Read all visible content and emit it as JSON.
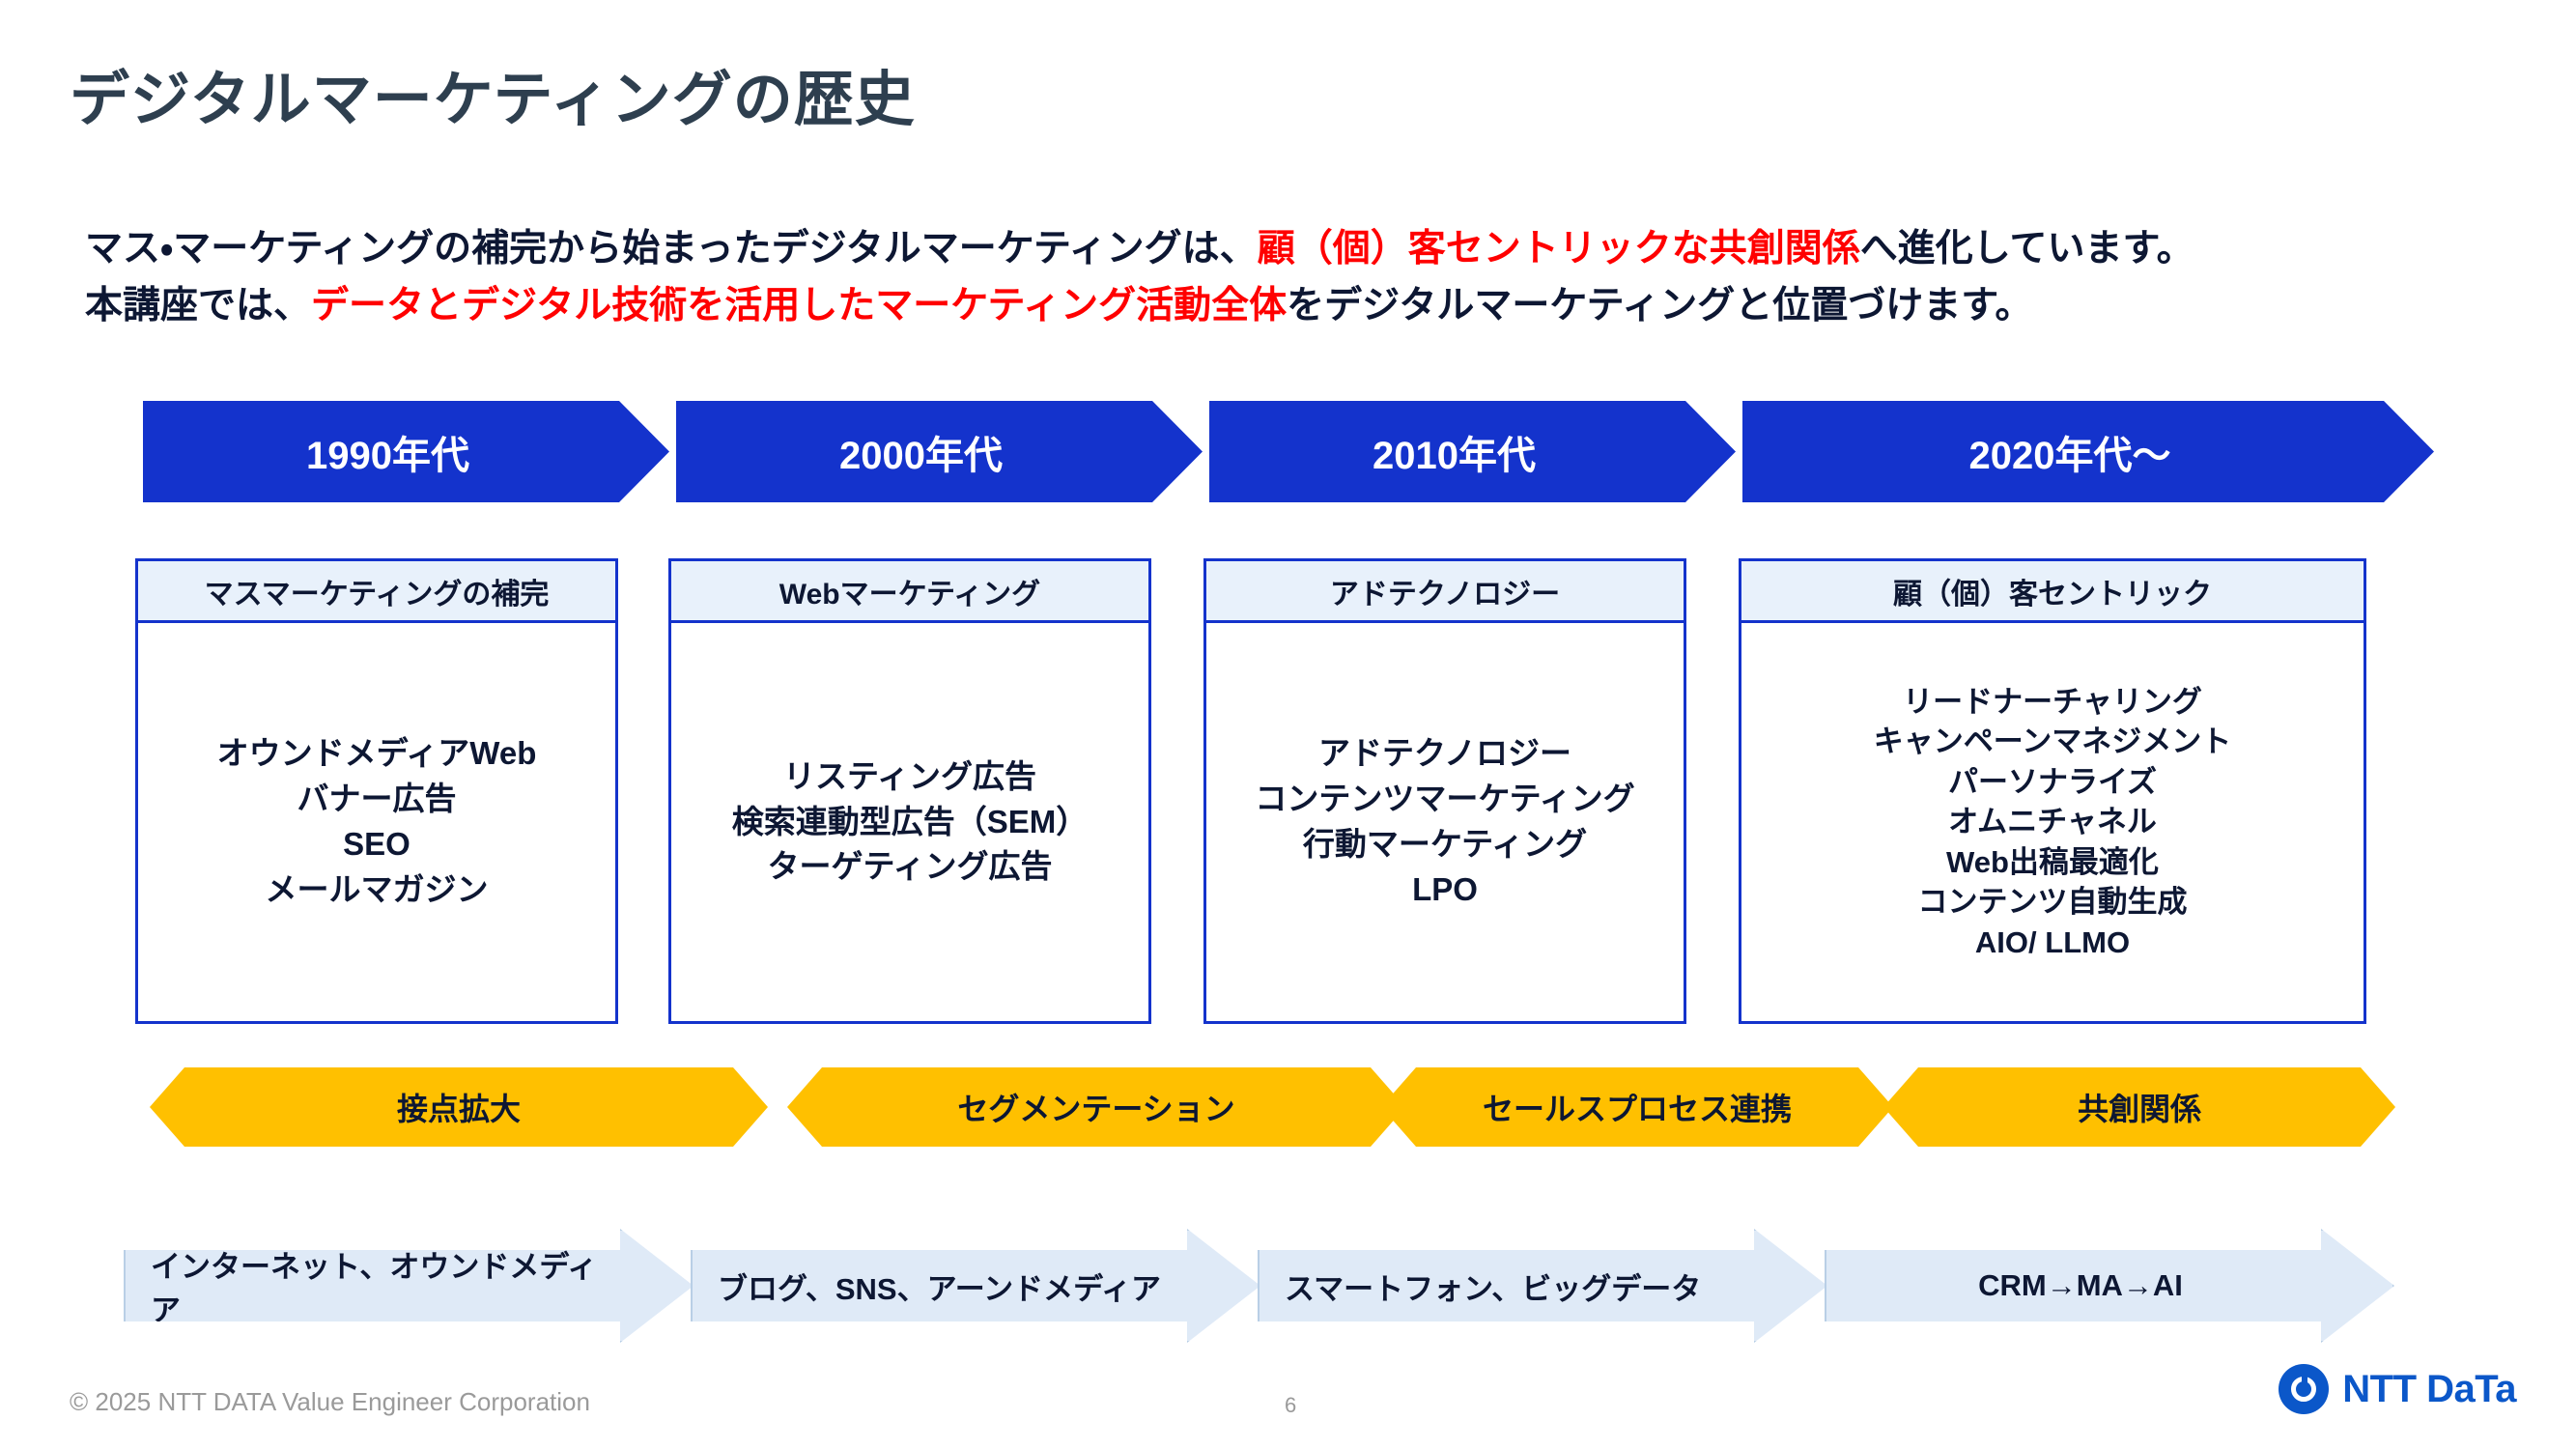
{
  "title": "デジタルマーケティングの歴史",
  "subtitle": {
    "line1_a": "マス・マーケティングの補完から始まったデジタルマーケティングは、",
    "line1_hl": "顧（個）客セントリックな共創関係",
    "line1_b": "へ進化しています。",
    "line2_a": "本講座では、",
    "line2_hl": "データとデジタル技術を活用したマーケティング活動全体",
    "line2_b": "をデジタルマーケティングと位置づけます。"
  },
  "decades": [
    {
      "label": "1990年代"
    },
    {
      "label": "2000年代"
    },
    {
      "label": "2010年代"
    },
    {
      "label": "2020年代〜"
    }
  ],
  "boxes": [
    {
      "header": "マスマーケティングの補完",
      "items": [
        "オウンドメディアWeb",
        "バナー広告",
        "SEO",
        "メールマガジン"
      ]
    },
    {
      "header": "Webマーケティング",
      "items": [
        "リスティング広告",
        "検索連動型広告（SEM）",
        "ターゲティング広告"
      ]
    },
    {
      "header": "アドテクノロジー",
      "items": [
        "アドテクノロジー",
        "コンテンツマーケティング",
        "行動マーケティング",
        "LPO"
      ]
    },
    {
      "header": "顧（個）客セントリック",
      "items": [
        "リードナーチャリング",
        "キャンペーンマネジメント",
        "パーソナライズ",
        "オムニチャネル",
        "Web出稿最適化",
        "コンテンツ自動生成",
        "AIO/ LLMO"
      ]
    }
  ],
  "orange_steps": [
    {
      "label": "接点拡大"
    },
    {
      "label": "セグメンテーション"
    },
    {
      "label": "セールスプロセス連携"
    },
    {
      "label": "共創関係"
    }
  ],
  "bottom_arrows": [
    {
      "label": "インターネット、オウンドメディア"
    },
    {
      "label": "ブログ、SNS、アーンドメディア"
    },
    {
      "label": "スマートフォン、ビッグデータ"
    },
    {
      "label": "CRM→MA→AI"
    }
  ],
  "footer": {
    "copyright": "© 2025 NTT DATA Value Engineer Corporation",
    "page_number": "6",
    "logo_text": "NTT DaTa"
  },
  "colors": {
    "title": "#2e3f4f",
    "accent_blue": "#1433cc",
    "highlight_red": "#ff0000",
    "orange": "#ffc000",
    "light_blue": "#dfeaf7",
    "header_fill": "#e8f1fb",
    "brand_blue": "#0b57c9"
  }
}
